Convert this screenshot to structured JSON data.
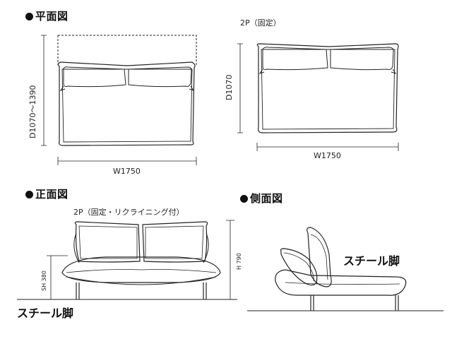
{
  "sections": {
    "plan": {
      "title": "平面図",
      "depth_label": "D1070〜1390",
      "width_label": "W1750"
    },
    "plan_2p": {
      "title": "2P（固定）",
      "depth_label": "D1070",
      "width_label": "W1750"
    },
    "front": {
      "title": "正面図",
      "subtitle": "2P（固定・リクライニング付）",
      "seat_height_label": "SH 380",
      "height_label": "H 790",
      "leg_label": "スチール脚"
    },
    "side": {
      "title": "側面図",
      "leg_label": "スチール脚"
    }
  }
}
